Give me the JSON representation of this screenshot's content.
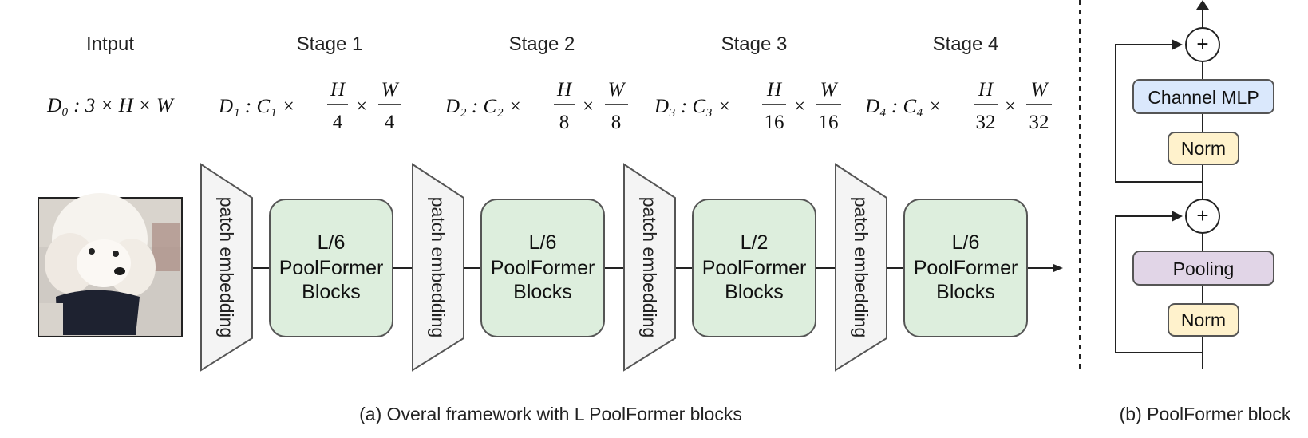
{
  "colors": {
    "block_fill": "#DDEEDD",
    "block_stroke": "#555555",
    "patch_fill": "#F4F4F4",
    "mlp_fill": "#DAE8FC",
    "pool_fill": "#E1D5E7",
    "norm_fill": "#FFF2CC",
    "line": "#222222"
  },
  "input": {
    "title": "Intput",
    "dims": "D₀ : 3 × H × W"
  },
  "stages": [
    {
      "title": "Stage 1",
      "dim_prefix": "D₁ : C₁ × ",
      "h_den": "4",
      "w_den": "4",
      "block_count": "L/6",
      "block_name": "PoolFormer",
      "block_suffix": "Blocks",
      "patch_label": "patch embedding"
    },
    {
      "title": "Stage 2",
      "dim_prefix": "D₂ : C₂ × ",
      "h_den": "8",
      "w_den": "8",
      "block_count": "L/6",
      "block_name": "PoolFormer",
      "block_suffix": "Blocks",
      "patch_label": "patch embedding"
    },
    {
      "title": "Stage 3",
      "dim_prefix": "D₃ : C₃ × ",
      "h_den": "16",
      "w_den": "16",
      "block_count": "L/2",
      "block_name": "PoolFormer",
      "block_suffix": "Blocks",
      "patch_label": "patch embedding"
    },
    {
      "title": "Stage 4",
      "dim_prefix": "D₄ : C₄ × ",
      "h_den": "32",
      "w_den": "32",
      "block_count": "L/6",
      "block_name": "PoolFormer",
      "block_suffix": "Blocks",
      "patch_label": "patch embedding"
    }
  ],
  "fraction_num_h": "H",
  "fraction_num_w": "W",
  "times": "×",
  "block_detail": {
    "plus": "+",
    "channel_mlp": "Channel MLP",
    "norm_top": "Norm",
    "pooling": "Pooling",
    "norm_bottom": "Norm"
  },
  "captions": {
    "left": "(a) Overal framework with L PoolFormer blocks",
    "right": "(b) PoolFormer block"
  }
}
